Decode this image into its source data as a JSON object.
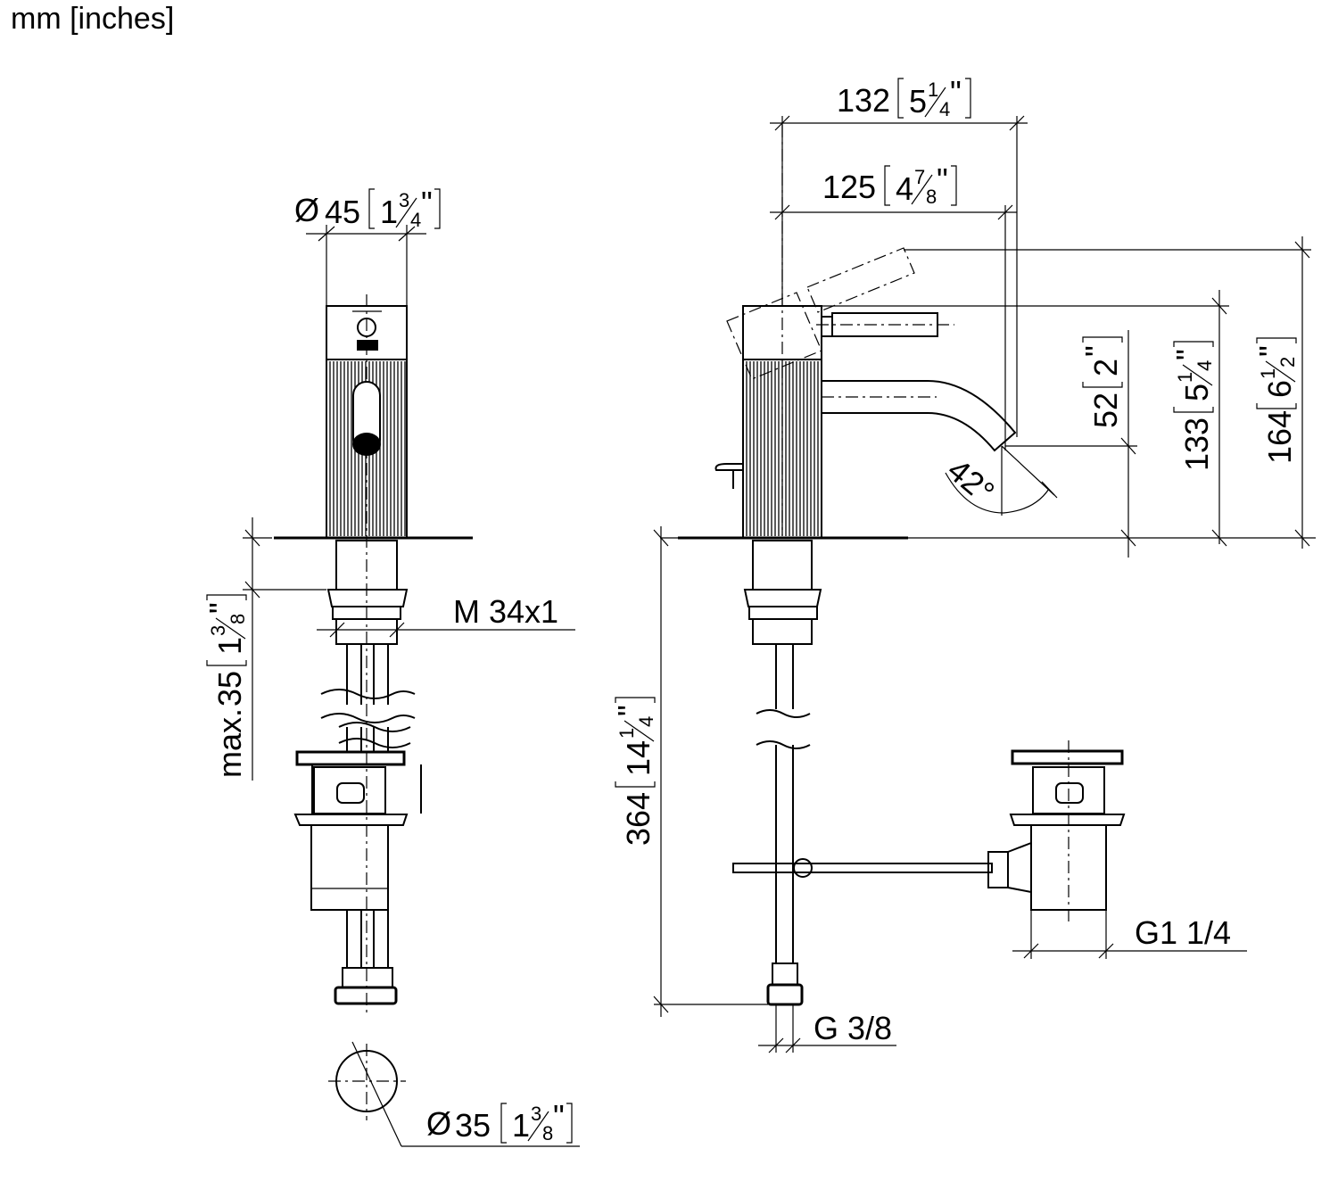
{
  "units_note": "mm [inches]",
  "front_view": {
    "dia_body": {
      "symbol": "Ø",
      "mm": "45",
      "inch_whole": "1",
      "inch_num": "3",
      "inch_den": "4"
    },
    "max_height": {
      "prefix": "max.",
      "mm": "35",
      "inch_whole": "1",
      "inch_num": "3",
      "inch_den": "8"
    },
    "thread": "M 34x1",
    "dia_hole": {
      "symbol": "Ø",
      "mm": "35",
      "inch_whole": "1",
      "inch_num": "3",
      "inch_den": "8"
    }
  },
  "side_view": {
    "reach_total": {
      "mm": "132",
      "inch_whole": "5",
      "inch_num": "1",
      "inch_den": "4"
    },
    "reach_spout": {
      "mm": "125",
      "inch_whole": "4",
      "inch_num": "7",
      "inch_den": "8"
    },
    "spout_height": {
      "mm": "52",
      "inch_whole": "2"
    },
    "body_height": {
      "mm": "133",
      "inch_whole": "5",
      "inch_num": "1",
      "inch_den": "4"
    },
    "lever_height": {
      "mm": "164",
      "inch_whole": "6",
      "inch_num": "1",
      "inch_den": "2"
    },
    "angle": "42°",
    "hose_length": {
      "mm": "364",
      "inch_whole": "14",
      "inch_num": "1",
      "inch_den": "4"
    },
    "supply_thread": "G 3/8",
    "drain_thread": "G1 1/4"
  }
}
